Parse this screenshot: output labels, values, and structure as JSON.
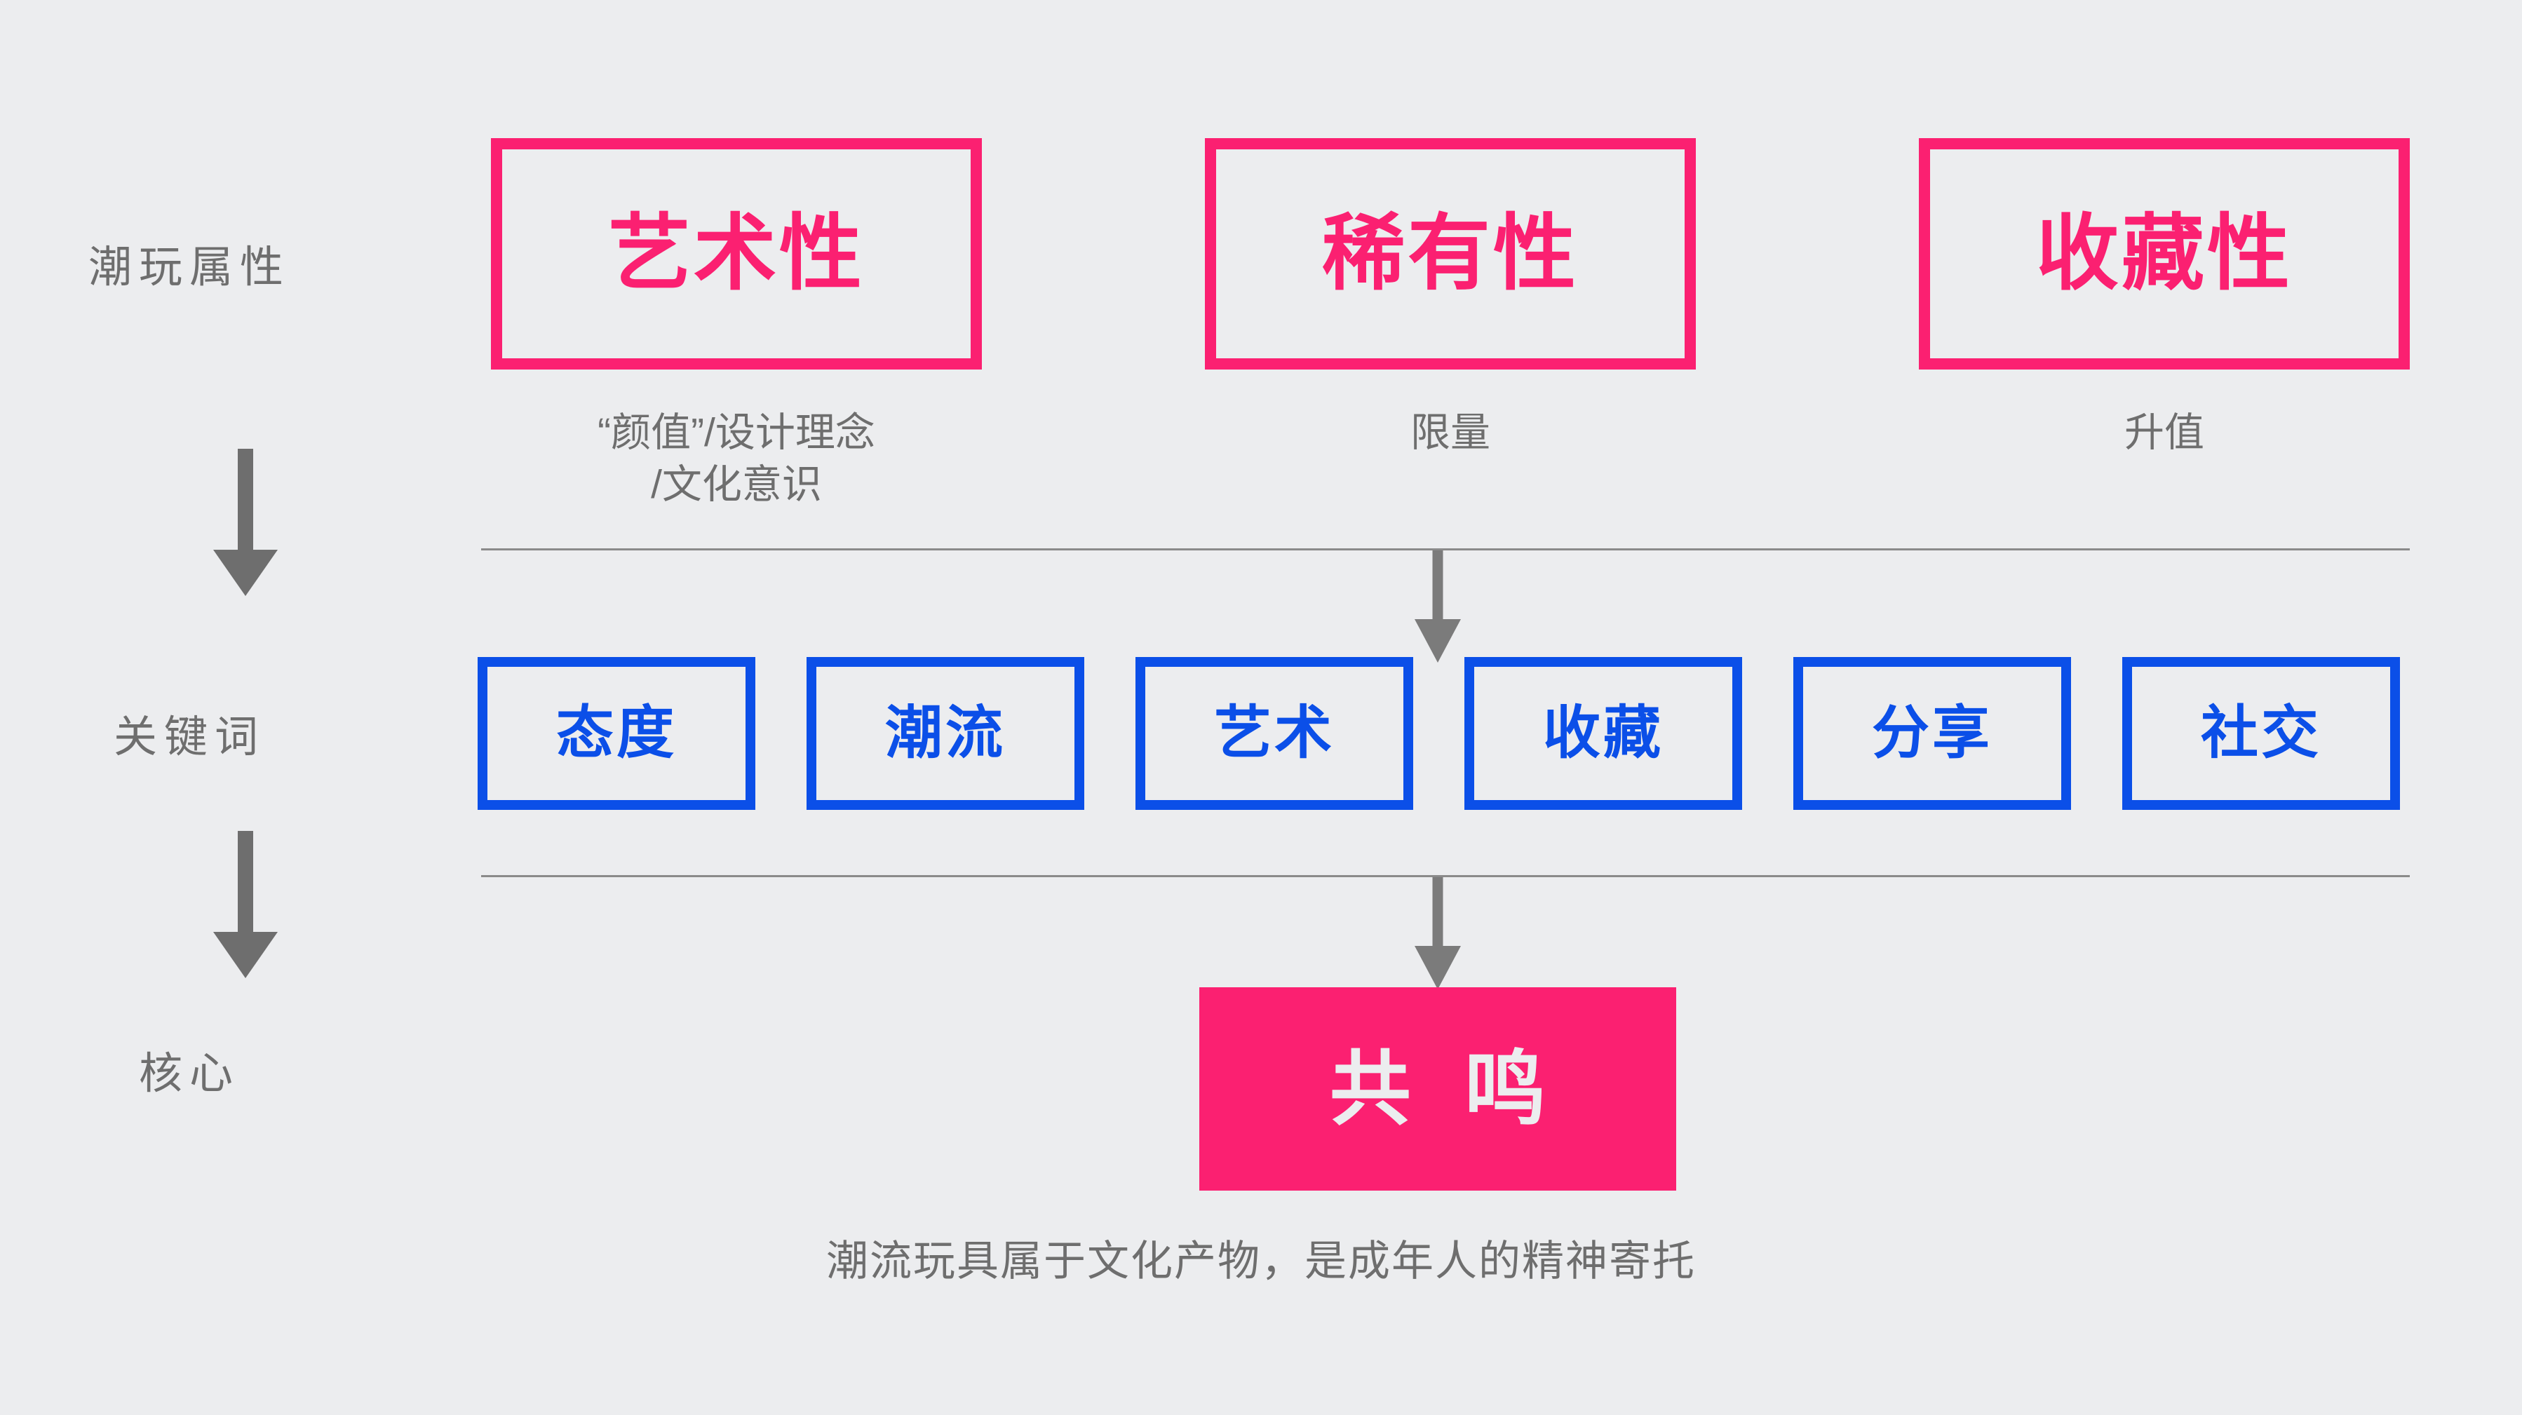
{
  "theme": {
    "background": "#ECEDEF",
    "pink": "#FB2071",
    "blue": "#0B4FE8",
    "gray_text": "#6E6E6E",
    "line_gray": "#8A8A8A",
    "core_text": "#ECEDEF"
  },
  "rows": {
    "attributes_label": "潮玩属性",
    "keywords_label": "关键词",
    "core_label": "核心"
  },
  "attributes": [
    {
      "title": "艺术性",
      "caption": "“颜值”/设计理念\n/文化意识"
    },
    {
      "title": "稀有性",
      "caption": "限量"
    },
    {
      "title": "收藏性",
      "caption": "升值"
    }
  ],
  "keywords": [
    {
      "label": "态度"
    },
    {
      "label": "潮流"
    },
    {
      "label": "艺术"
    },
    {
      "label": "收藏"
    },
    {
      "label": "分享"
    },
    {
      "label": "社交"
    }
  ],
  "core": {
    "label": "共 鸣",
    "note": "潮流玩具属于文化产物，是成年人的精神寄托"
  },
  "arrows": {
    "left_top": "down-arrow",
    "left_bottom": "down-arrow",
    "divider_top": "down-arrow",
    "divider_bottom": "down-arrow"
  }
}
